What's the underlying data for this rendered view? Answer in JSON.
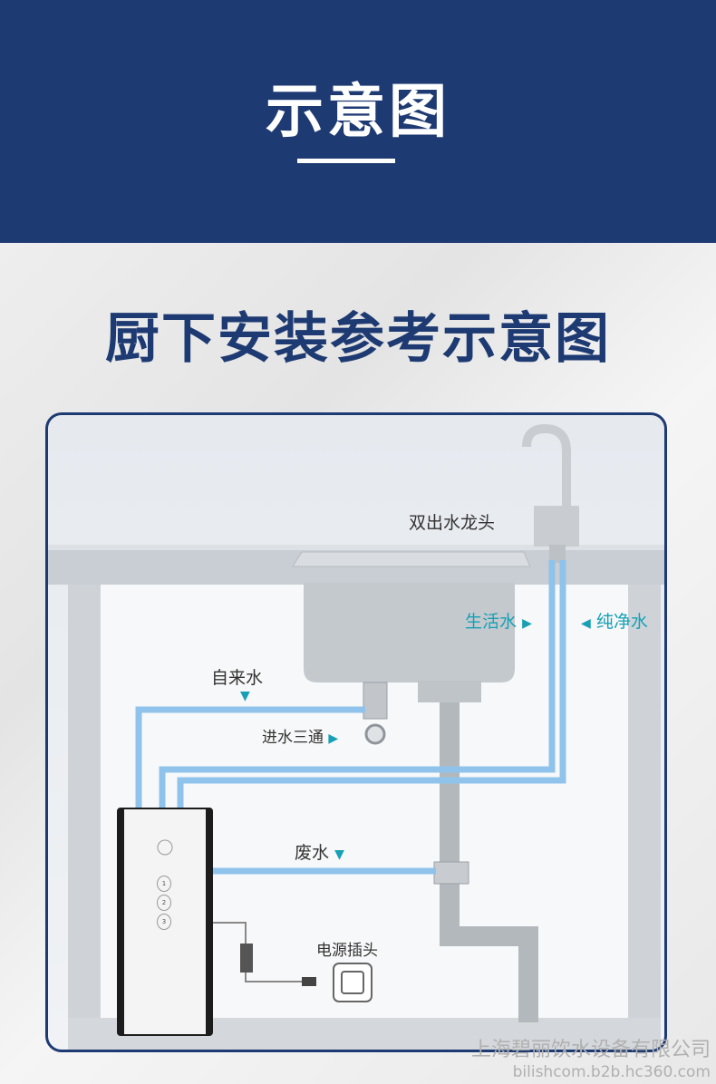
{
  "header": {
    "title": "示意图"
  },
  "subtitle": "厨下安装参考示意图",
  "labels": {
    "faucet": "双出水龙头",
    "domestic_water": "生活水",
    "pure_water": "纯净水",
    "tap_water": "自来水",
    "inlet_tee": "进水三通",
    "waste_water": "废水",
    "power_plug": "电源插头"
  },
  "unit": {
    "buttons": [
      "1",
      "2",
      "3"
    ]
  },
  "watermark": {
    "company": "上海碧丽饮水设备有限公司",
    "url": "bilishcom.b2b.hc360.com"
  },
  "colors": {
    "navy": "#1e3a72",
    "teal": "#17a0b5",
    "pipe": "#8fc3ec"
  }
}
